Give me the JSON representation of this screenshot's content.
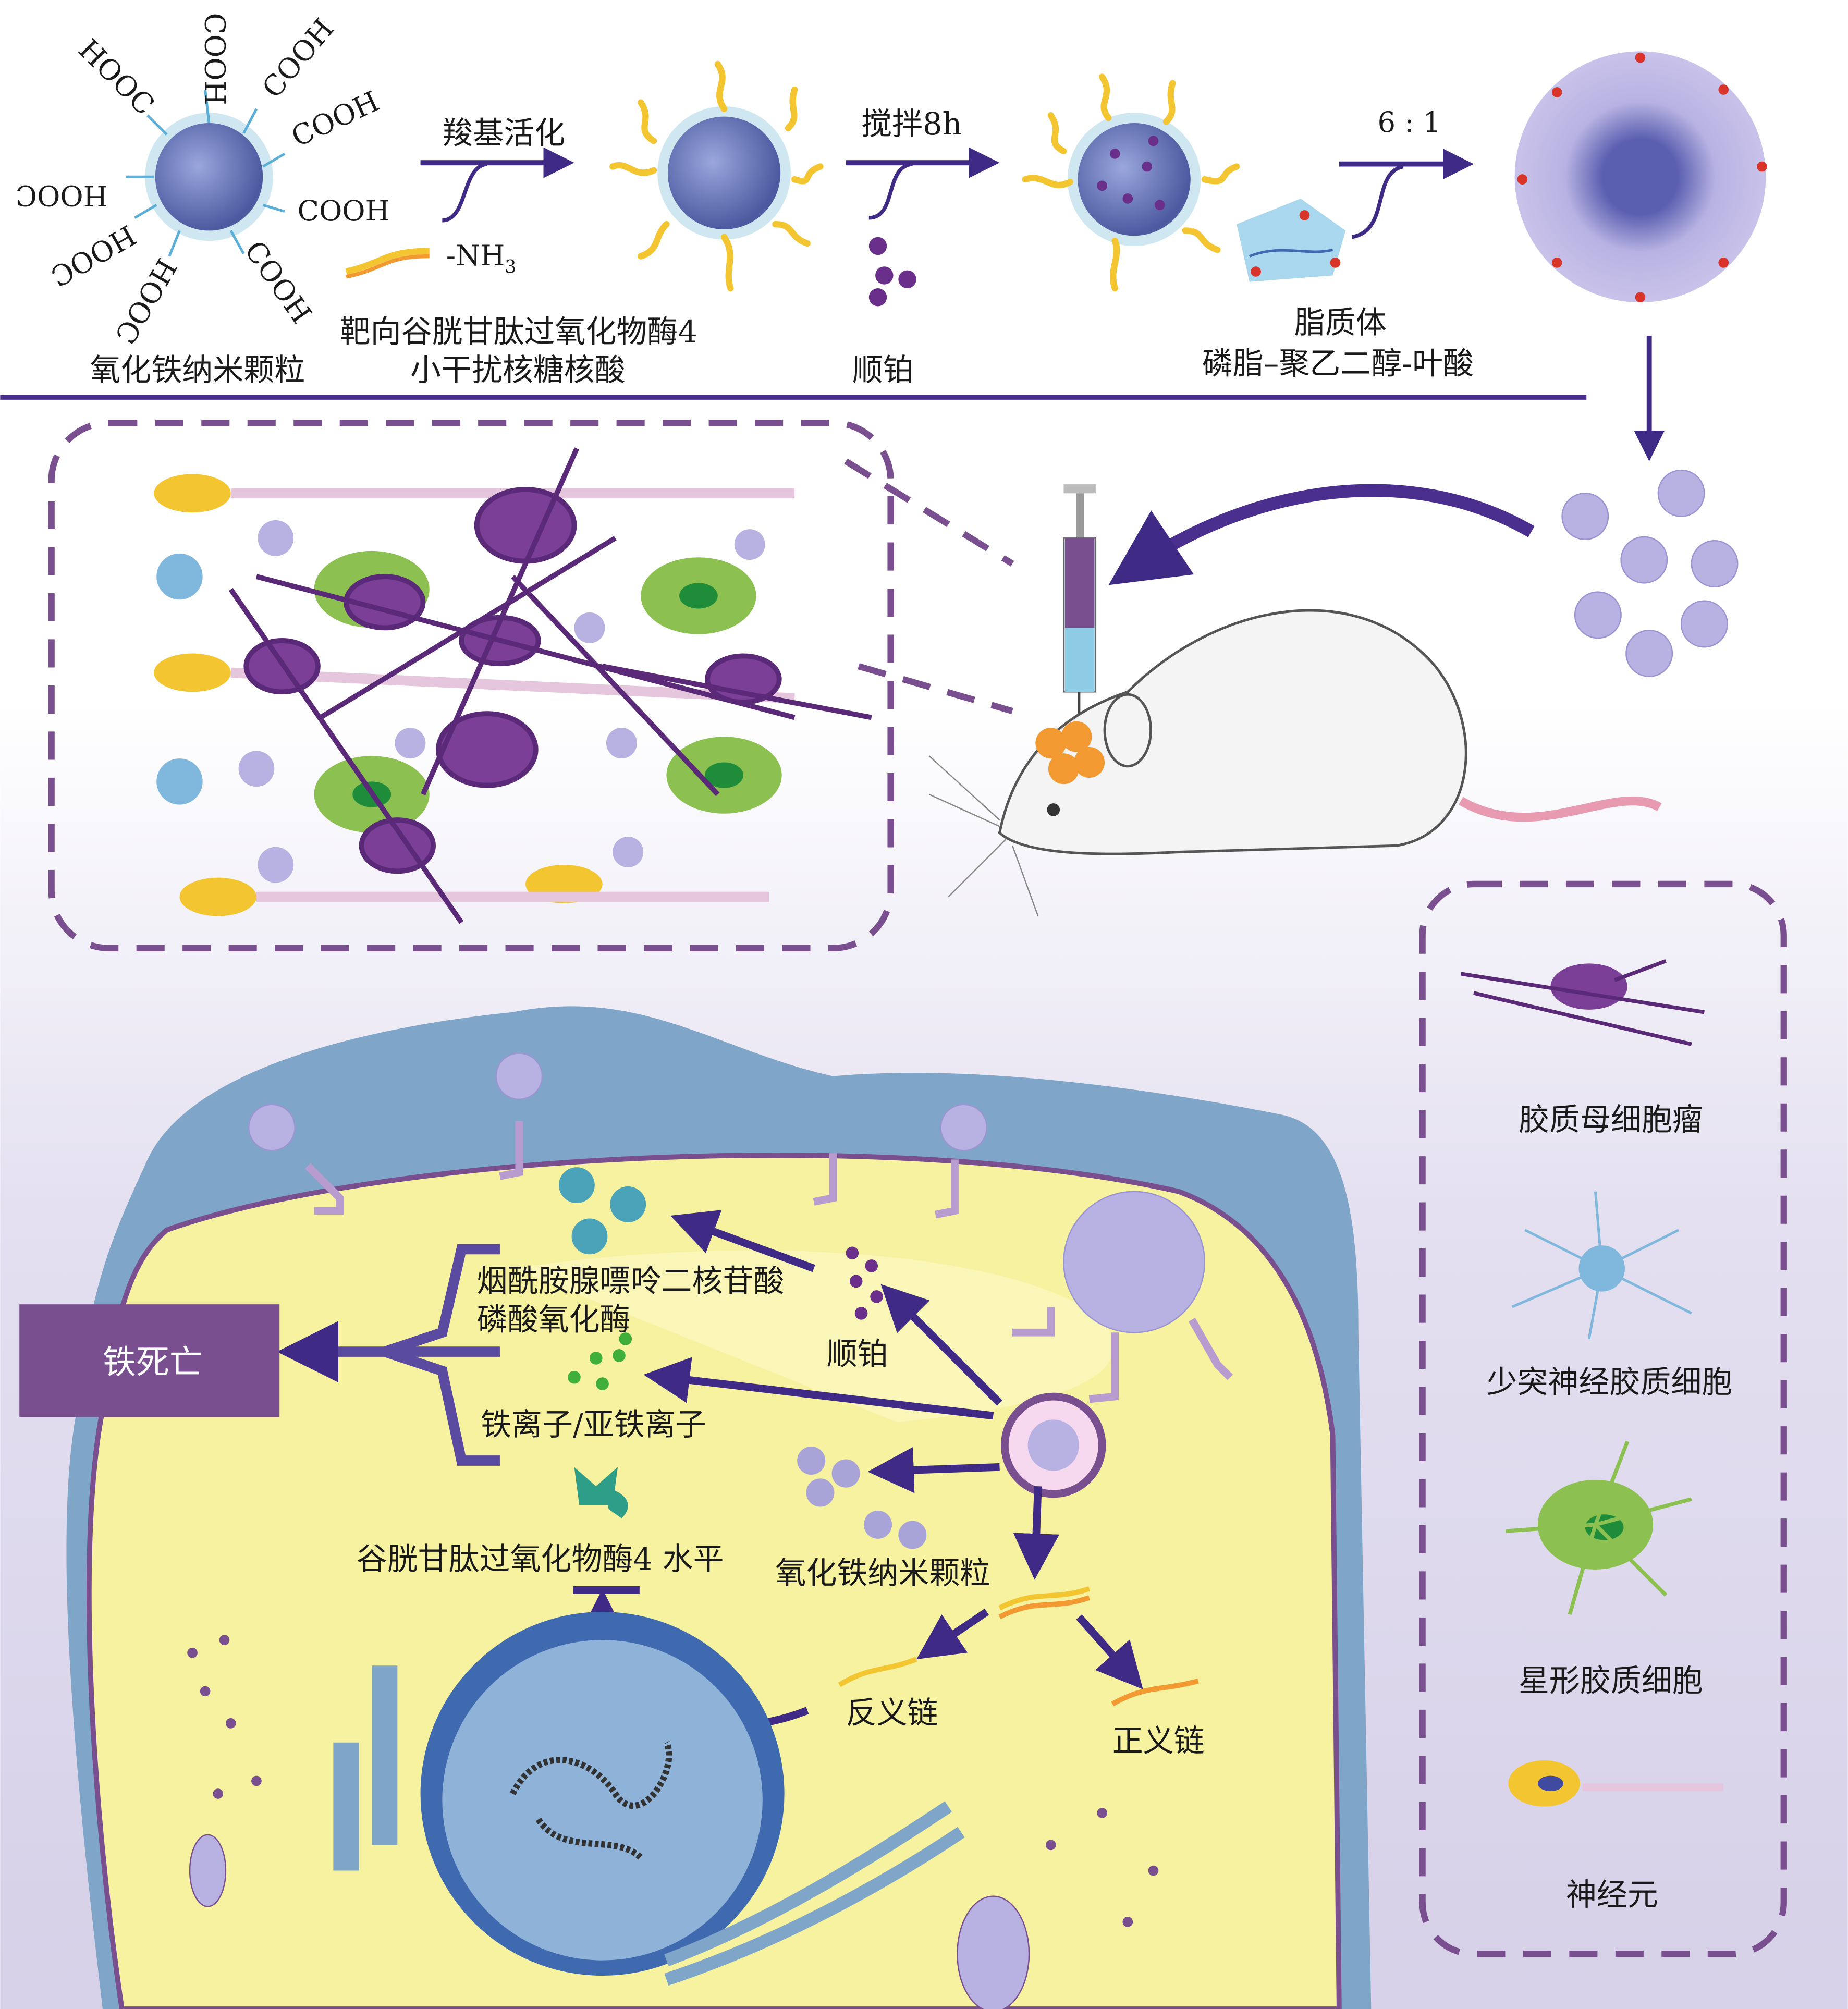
{
  "synthesis": {
    "cooh_groups": [
      "COOH",
      "COOH",
      "COOH",
      "COOH",
      "COOH",
      "HOOC",
      "HOOC",
      "HOOC",
      "HOOC"
    ],
    "step1_label": "羧基活化",
    "amine_label": "-NH",
    "amine_subscript": "3",
    "step2_label": "搅拌8h",
    "step3_label": "6 : 1",
    "iron_oxide_label": "氧化铁纳米颗粒",
    "sirna_label_line1": "靶向谷胱甘肽过氧化物酶4",
    "sirna_label_line2": "小干扰核糖核酸",
    "cisplatin_label": "顺铂",
    "liposome_label_line1": "脂质体",
    "liposome_label_line2": "磷脂–聚乙二醇-叶酸"
  },
  "cell": {
    "ferroptosis_label": "铁死亡",
    "nadph_label_line1": "烟酰胺腺嘌呤二核苷酸",
    "nadph_label_line2": "磷酸氧化酶",
    "iron_ions_label": "铁离子/亚铁离子",
    "gpx4_level_label": "谷胱甘肽过氧化物酶4  水平",
    "cisplatin_label": "顺铂",
    "iron_oxide_label": "氧化铁纳米颗粒",
    "antisense_label": "反义链",
    "sense_label": "正义链"
  },
  "legend": {
    "items": [
      {
        "label": "胶质母细胞瘤",
        "color": "#7b3f98"
      },
      {
        "label": "少突神经胶质细胞",
        "color": "#7fb8dc"
      },
      {
        "label": "星形胶质细胞",
        "color": "#8cc152"
      },
      {
        "label": "神经元",
        "color": "#f2c531"
      }
    ]
  },
  "colors": {
    "accent_purple": "#4b2f8f",
    "box_purple": "#7a4f8f",
    "cell_yellow": "#f6f2a0",
    "membrane_blue": "#7fa6c8",
    "background_lavender": "#d9d4ea"
  }
}
